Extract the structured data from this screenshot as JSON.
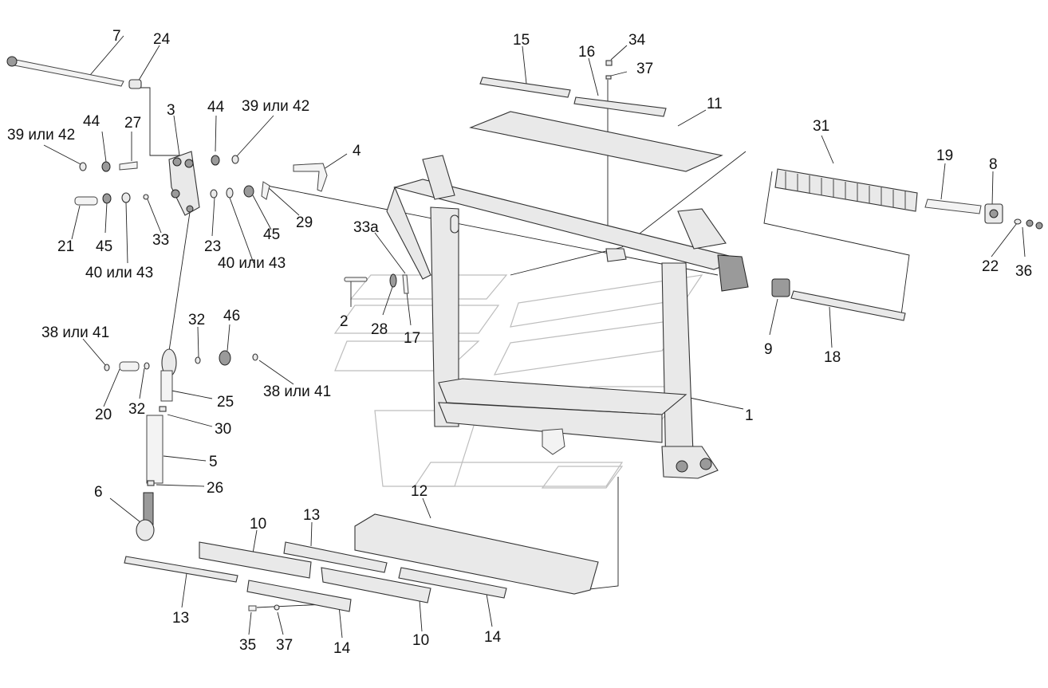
{
  "diagram": {
    "callouts": [
      "7",
      "24",
      "3",
      "44",
      "39 или 42",
      "44",
      "27",
      "39 или 42",
      "4",
      "21",
      "45",
      "40 или 43",
      "33",
      "23",
      "40 или 43",
      "45",
      "29",
      "38 или 41",
      "32",
      "46",
      "20",
      "32",
      "25",
      "38 или 41",
      "30",
      "5",
      "26",
      "6",
      "15",
      "16",
      "34",
      "37",
      "11",
      "33a",
      "2",
      "28",
      "17",
      "31",
      "19",
      "8",
      "22",
      "36",
      "9",
      "18",
      "1",
      "12",
      "10",
      "13",
      "13",
      "10",
      "13",
      "14",
      "35",
      "37",
      "14",
      "10",
      "14"
    ]
  }
}
